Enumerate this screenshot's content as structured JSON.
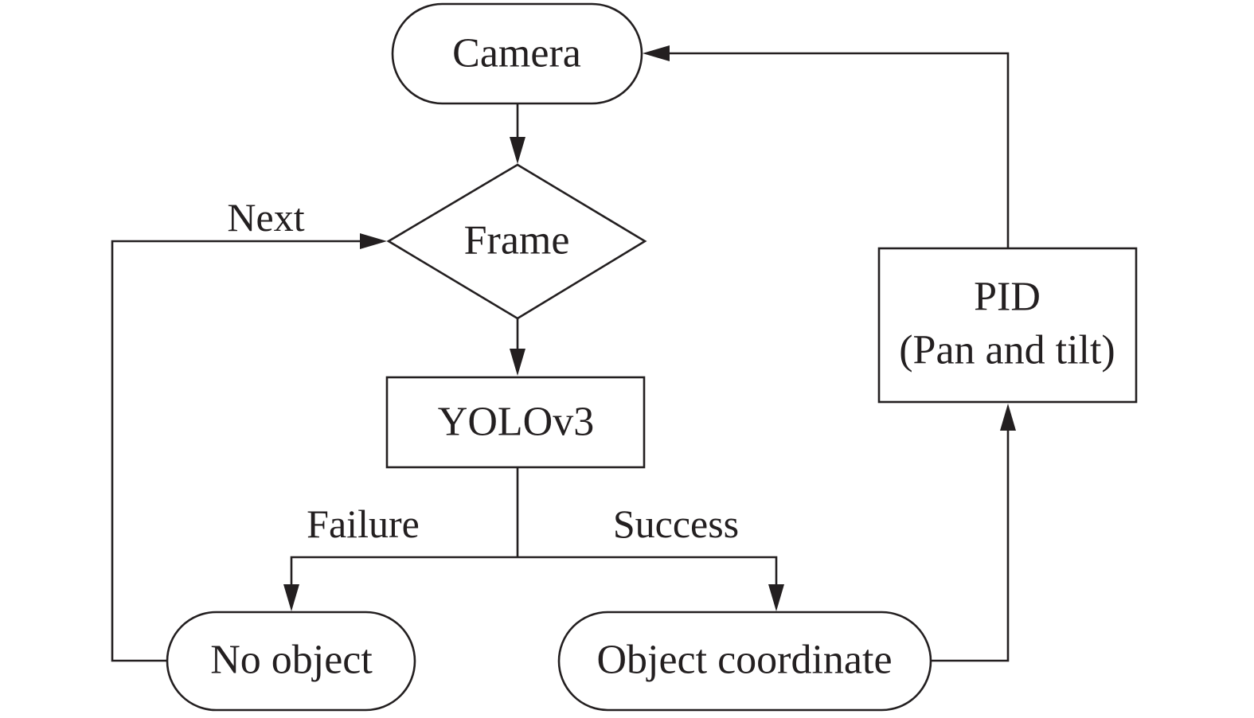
{
  "diagram": {
    "nodes": {
      "camera": {
        "label": "Camera"
      },
      "frame": {
        "label": "Frame"
      },
      "yolo": {
        "label": "YOLOv3"
      },
      "no_object": {
        "label": "No object"
      },
      "object_coordinate": {
        "label": "Object coordinate"
      },
      "pid": {
        "line1": "PID",
        "line2": "(Pan and tilt)"
      }
    },
    "edges": {
      "next": "Next",
      "failure": "Failure",
      "success": "Success"
    }
  }
}
